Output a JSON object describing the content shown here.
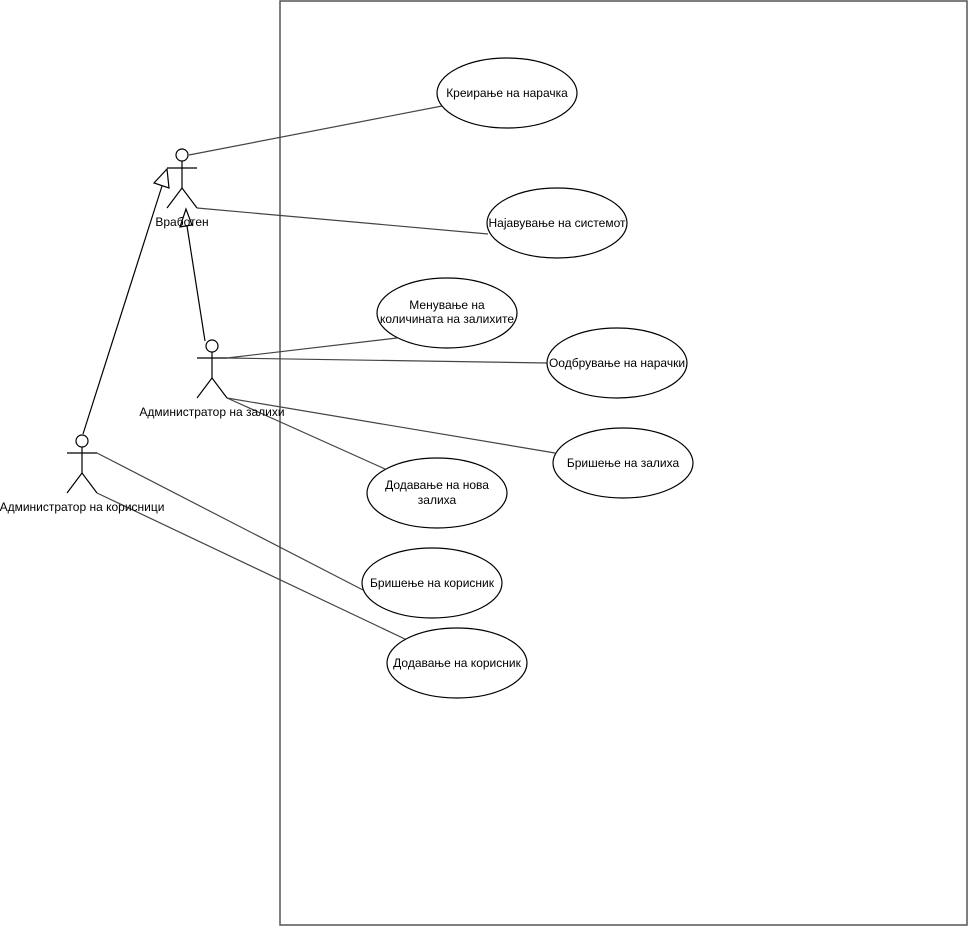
{
  "actors": {
    "employee": "Вработен",
    "stock_admin": "Администратор на залихи",
    "user_admin": "Администратор на корисници"
  },
  "use_cases": {
    "create_order": "Креирање на нарачка",
    "login": "Најавување на системот",
    "change_qty_l1": "Менување на",
    "change_qty_l2": "количината на залихите",
    "approve_orders": "Оодбрување на нарачки",
    "delete_stock": "Бришење на залиха",
    "add_stock_l1": "Додавање на нова",
    "add_stock_l2": "залиха",
    "delete_user": "Бришење на корисник",
    "add_user": "Додавање на корисник"
  }
}
